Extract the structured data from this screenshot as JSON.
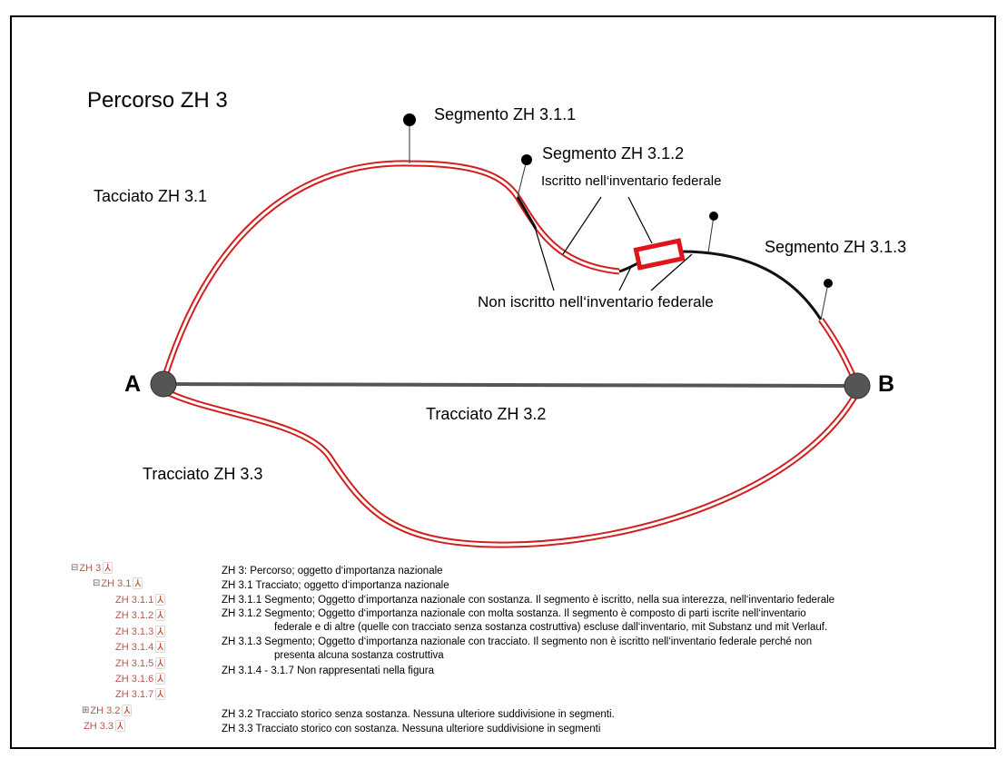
{
  "title": "Percorso ZH 3",
  "labels": {
    "tracciato_31": "Tacciato ZH 3.1",
    "segment_311": "Segmento ZH 3.1.1",
    "segment_312": "Segmento ZH 3.1.2",
    "iscritto": "Iscritto nell‘inventario federale",
    "segment_313": "Segmento ZH 3.1.3",
    "non_iscritto": "Non iscritto nell‘inventario federale",
    "point_a": "A",
    "point_b": "B",
    "tracciato_32": "Tracciato ZH 3.2",
    "tracciato_33": "Tracciato ZH 3.3"
  },
  "tree": [
    {
      "label": "ZH 3",
      "toggle": "⊟"
    },
    {
      "label": "ZH 3.1",
      "toggle": "⊟"
    },
    {
      "label": "ZH 3.1.1"
    },
    {
      "label": "ZH 3.1.2"
    },
    {
      "label": "ZH 3.1.3"
    },
    {
      "label": "ZH 3.1.4"
    },
    {
      "label": "ZH 3.1.5"
    },
    {
      "label": "ZH 3.1.6"
    },
    {
      "label": "ZH 3.1.7"
    },
    {
      "label": "ZH 3.2",
      "toggle": "⊞"
    },
    {
      "label": "ZH 3.3"
    }
  ],
  "descriptions": [
    "ZH 3: Percorso; oggetto d‘importanza nazionale",
    "ZH 3.1 Tracciato; oggetto d‘importanza nazionale",
    "ZH 3.1.1 Segmento; Oggetto d‘importanza nazionale con sostanza. Il segmento è iscritto, nella sua interezza, nell‘inventario federale",
    "ZH 3.1.2 Segmento; Oggetto d‘importanza nazionale con molta sostanza. Il segmento è composto di parti iscrite nell‘inventario",
    "federale e di altre (quelle con tracciato senza sostanza costruttiva) escluse dall‘inventario, mit Substanz und mit Verlauf.",
    "ZH 3.1.3 Segmento; Oggetto d‘importanza nazionale con tracciato. Il segmento non è iscritto nell‘inventario federale perché non",
    "presenta alcuna sostanza costruttiva",
    "ZH 3.1.4 - 3.1.7    Non rappresentati nella figura",
    "ZH 3.2 Tracciato storico senza sostanza. Nessuna ulteriore suddivisione in segmenti.",
    "ZH 3.3 Tracciato storico con sostanza. Nessuna ulteriore suddivisione in segmenti"
  ],
  "pdf_icon": "pdf-icon",
  "colors": {
    "route_outline": "#d41e1e",
    "inventory_box": "#e0151a",
    "node": "#555555",
    "tree_text": "#b5574d"
  }
}
